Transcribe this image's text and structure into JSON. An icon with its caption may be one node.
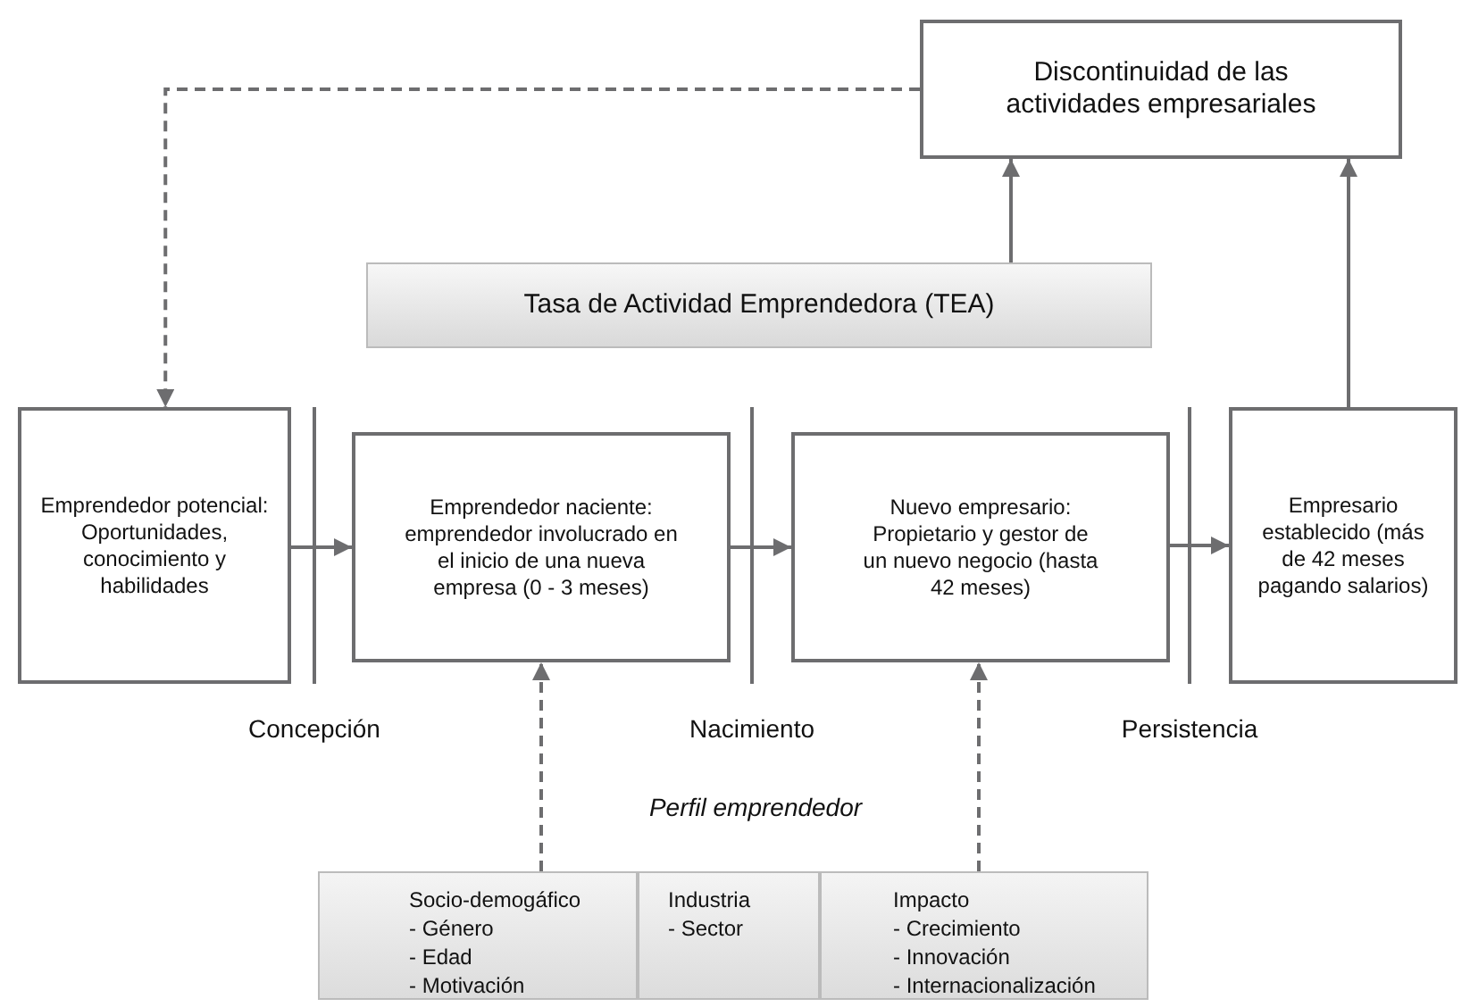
{
  "diagram": {
    "nodes": [
      {
        "text": [
          "Discontinuidad de las actividades empresariales"
        ]
      },
      {
        "text": [
          "Tasa de Actividad Emprendedora (TEA)"
        ]
      },
      {
        "text": [
          "Emprendedor potencial: Oportunidades, conocimiento y habilidades"
        ]
      },
      {
        "text": [
          "Emprendedor naciente: emprendedor involucrado en el inicio de una nueva empresa (0 - 3 meses)"
        ]
      },
      {
        "text": [
          "Nuevo empresario: Propietario y gestor de un nuevo negocio (hasta 42 meses)"
        ]
      },
      {
        "text": [
          "Empresario establecido (más de 42 meses pagando salarios)"
        ]
      },
      {
        "text": [
          "Socio-demogáfico",
          "- Género",
          "- Edad",
          "- Motivación"
        ]
      },
      {
        "text": [
          "Industria",
          "- Sector"
        ]
      },
      {
        "text": [
          "Impacto",
          "- Crecimiento",
          "- Innovación",
          "- Internacionalización"
        ]
      }
    ],
    "edges": [
      {
        "from": 0,
        "to": 2,
        "arrow": "to",
        "style": "dashed"
      },
      {
        "from": 1,
        "to": 0,
        "arrow": "to"
      },
      {
        "from": 5,
        "to": 0,
        "arrow": "to"
      },
      {
        "from": 2,
        "to": 3,
        "arrow": "to"
      },
      {
        "from": 3,
        "to": 4,
        "arrow": "to"
      },
      {
        "from": 4,
        "to": 5,
        "arrow": "to"
      },
      {
        "from": 6,
        "to": 3,
        "arrow": "to",
        "style": "dashed"
      },
      {
        "from": 8,
        "to": 4,
        "arrow": "to",
        "style": "dashed"
      }
    ],
    "labels": [
      "Concepción",
      "Nacimiento",
      "Persistencia",
      "Perfil emprendedor"
    ]
  }
}
